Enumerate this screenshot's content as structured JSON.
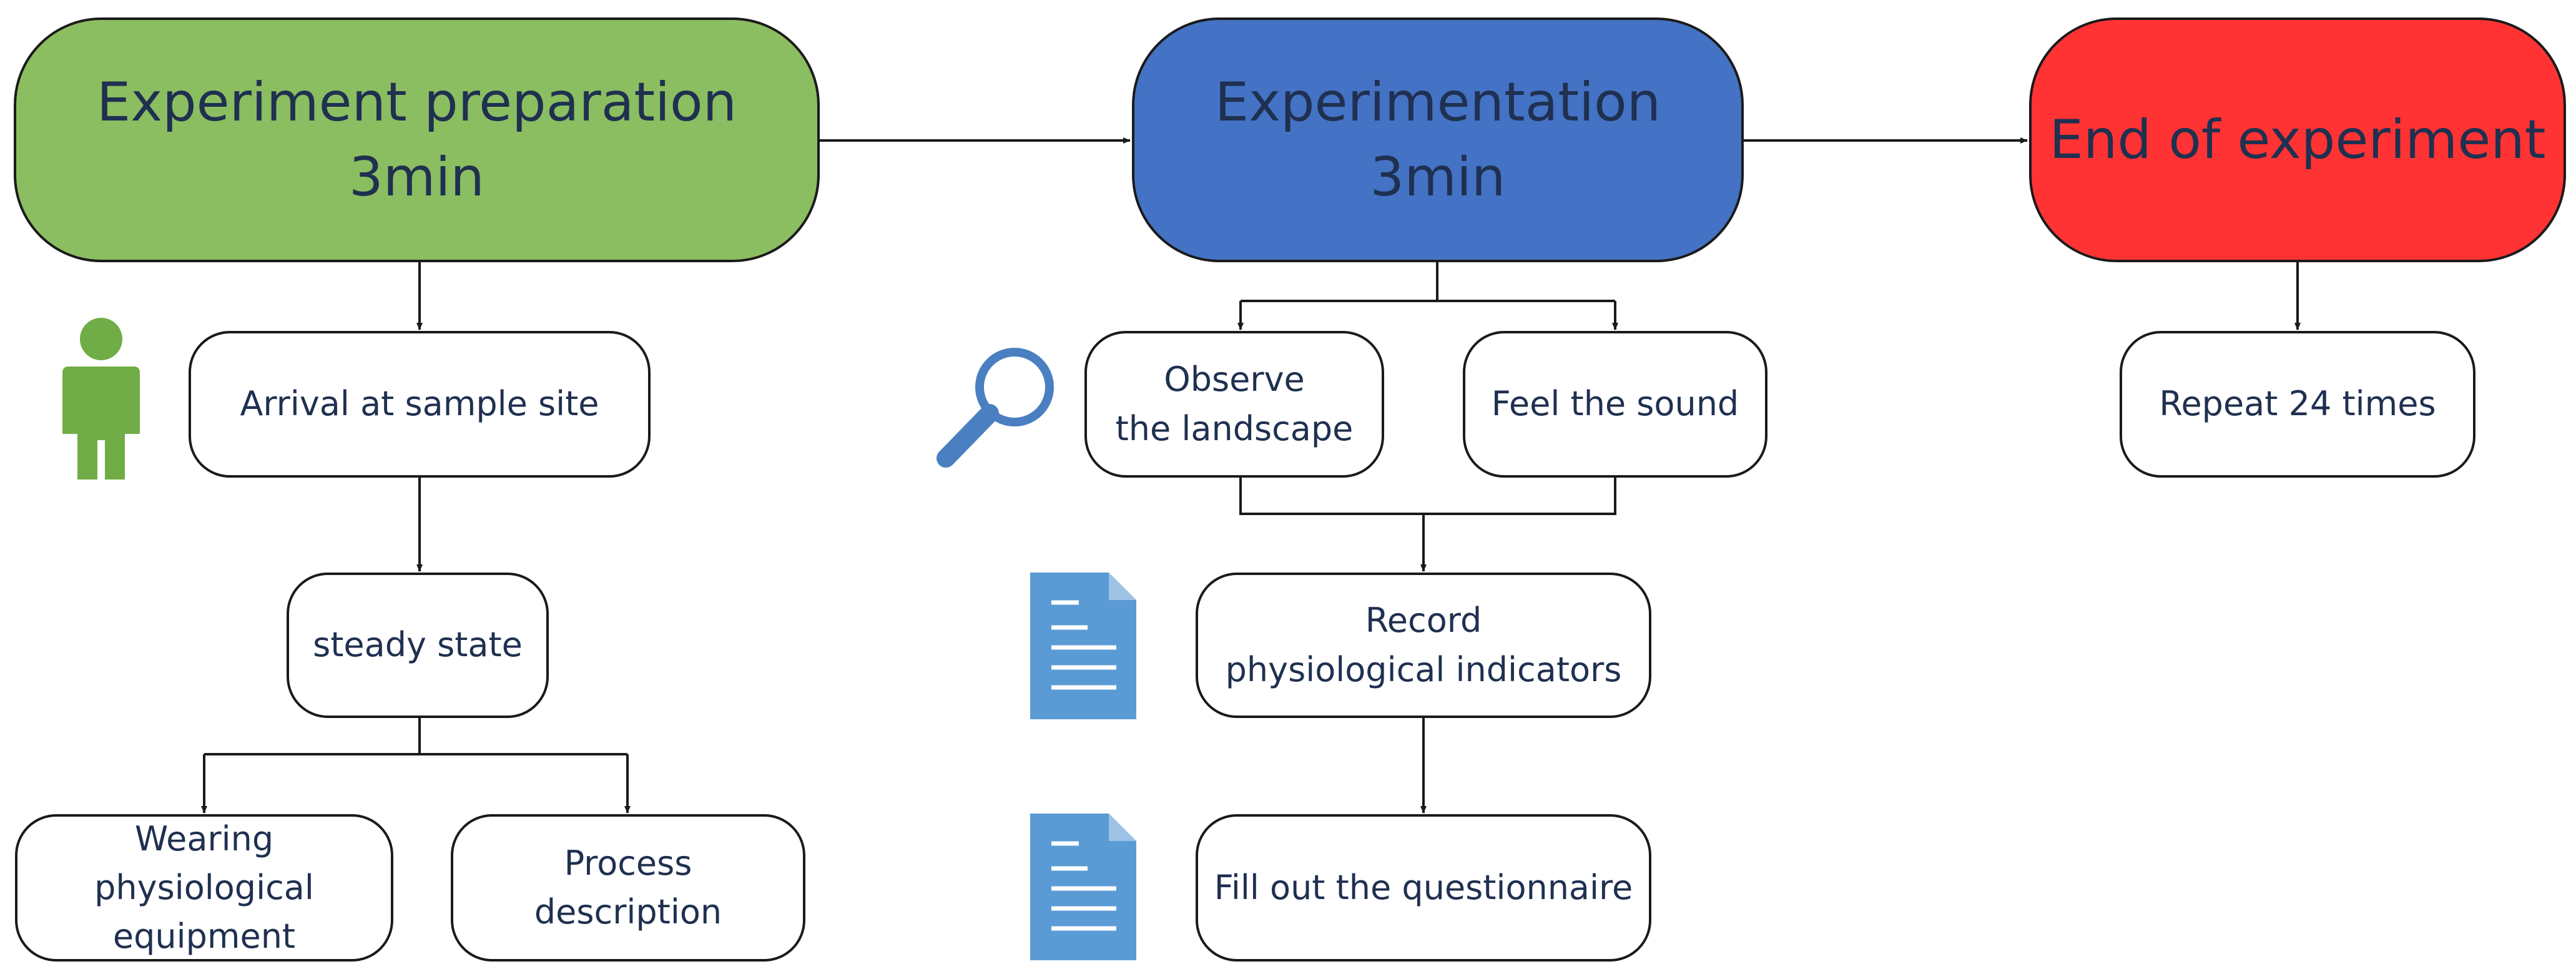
{
  "phases": {
    "preparation": {
      "title": "Experiment preparation",
      "duration": "3min"
    },
    "experimentation": {
      "title": "Experimentation",
      "duration": "3min"
    },
    "end": {
      "title": "End of experiment"
    }
  },
  "preparation_steps": {
    "arrival": "Arrival at sample site",
    "steady_state": "steady state",
    "wearing_line1": "Wearing physiological",
    "wearing_line2": "equipment",
    "process_description": "Process description"
  },
  "experimentation_steps": {
    "observe_line1": "Observe",
    "observe_line2": "the landscape",
    "feel_sound": "Feel the sound",
    "record_line1": "Record",
    "record_line2": "physiological indicators",
    "questionnaire": "Fill out the questionnaire"
  },
  "end_steps": {
    "repeat": "Repeat 24 times"
  },
  "colors": {
    "preparation_fill": "#8bbd61",
    "experimentation_fill": "#4472c4",
    "end_fill": "#ff3333",
    "person_icon": "#70ad47",
    "magnifier_icon": "#4a7fc1",
    "document_icon": "#5b9bd5",
    "text": "#1f3050"
  },
  "icons": {
    "person": "person-icon",
    "magnifier": "magnifier-icon",
    "document": "document-icon"
  }
}
